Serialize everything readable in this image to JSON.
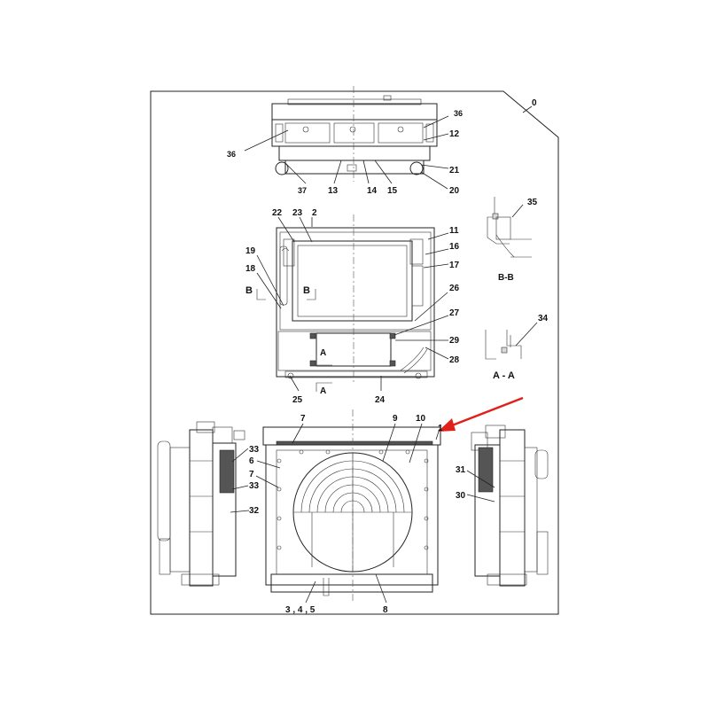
{
  "sheet": {
    "number": "0",
    "section_bb": "B-B",
    "section_aa": "A - A",
    "section_mark_a": "A",
    "section_mark_b": "B",
    "accent_arrow_color": "#e0201b"
  },
  "callouts": {
    "c1": "1",
    "c2": "2",
    "c3": "3",
    "c4": "4",
    "c5": "5",
    "c345": "3 , 4 , 5",
    "c6": "6",
    "c7": "7",
    "c8": "8",
    "c9": "9",
    "c10": "10",
    "c11": "11",
    "c12": "12",
    "c13": "13",
    "c14": "14",
    "c15": "15",
    "c16": "16",
    "c17": "17",
    "c18": "18",
    "c19": "19",
    "c20": "20",
    "c21": "21",
    "c22": "22",
    "c23": "23",
    "c24": "24",
    "c25": "25",
    "c26": "26",
    "c27": "27",
    "c28": "28",
    "c29": "29",
    "c30": "30",
    "c31": "31",
    "c32": "32",
    "c33": "33",
    "c34": "34",
    "c35": "35",
    "c36": "36",
    "c37": "37"
  }
}
